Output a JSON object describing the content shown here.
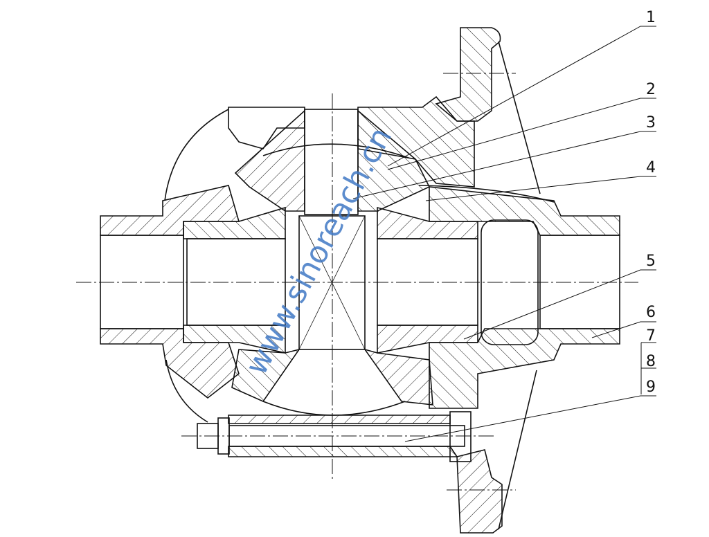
{
  "drawing": {
    "title": "Differential assembly cross-section",
    "part_labels": [
      "1",
      "2",
      "3",
      "4",
      "5",
      "6",
      "7",
      "8",
      "9"
    ]
  },
  "watermark": "www.sinoreach.cn",
  "colors": {
    "line": "#111111",
    "watermark": "#3f78c4"
  }
}
